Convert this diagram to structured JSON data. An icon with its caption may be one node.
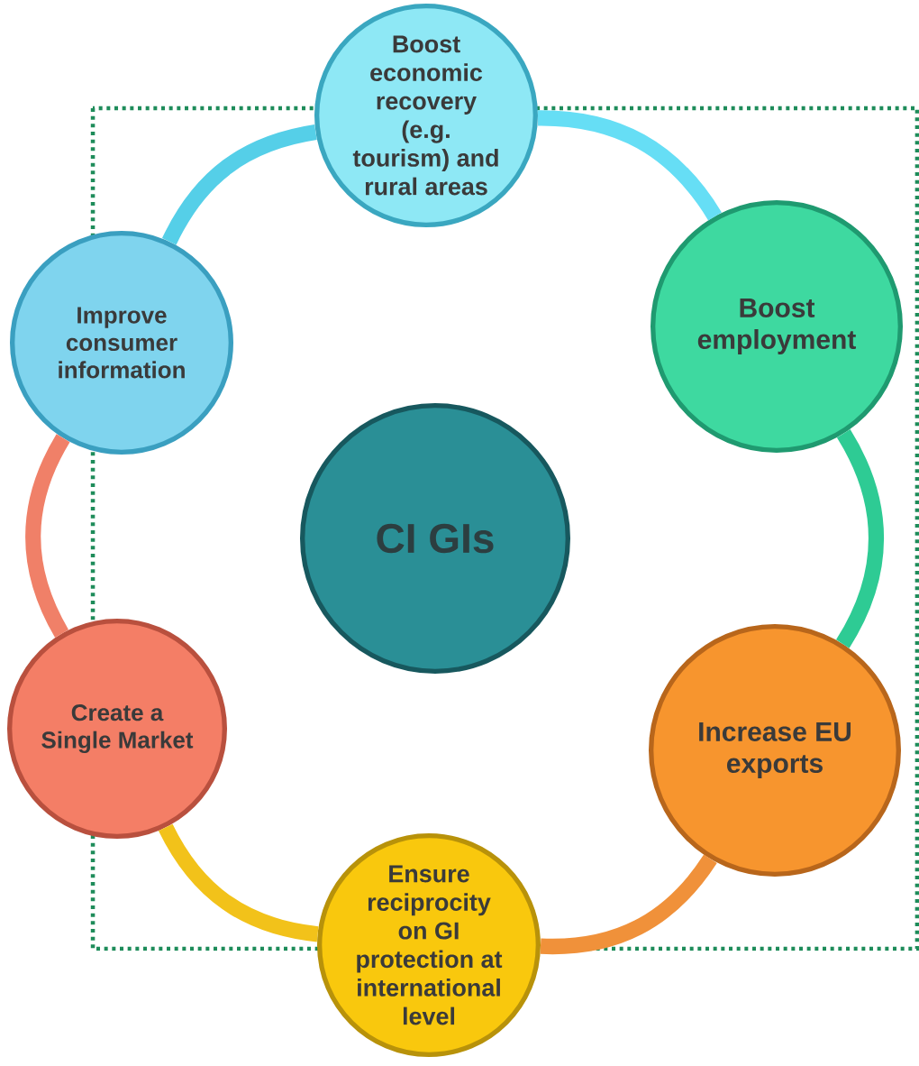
{
  "diagram": {
    "nodes": [
      {
        "text": [
          "Boost economic recovery (e.g. tourism) and rural areas"
        ]
      },
      {
        "text": [
          "Improve consumer information"
        ]
      },
      {
        "text": [
          "Boost employment"
        ]
      },
      {
        "text": [
          "CI GIs"
        ]
      },
      {
        "text": [
          "Create a Single Market"
        ]
      },
      {
        "text": [
          "Increase EU exports"
        ]
      },
      {
        "text": [
          "Ensure reciprocity on GI protection at international level"
        ]
      }
    ],
    "edges": [
      {
        "from": 1,
        "to": 0,
        "arrow": "none",
        "color": "#55cfe8"
      },
      {
        "from": 0,
        "to": 2,
        "arrow": "none",
        "color": "#66def5"
      },
      {
        "from": 2,
        "to": 5,
        "arrow": "none",
        "color": "#2ecb94"
      },
      {
        "from": 5,
        "to": 6,
        "arrow": "none",
        "color": "#f0913a"
      },
      {
        "from": 6,
        "to": 4,
        "arrow": "none",
        "color": "#f2c21a"
      },
      {
        "from": 4,
        "to": 1,
        "arrow": "none",
        "color": "#f08068"
      }
    ]
  }
}
